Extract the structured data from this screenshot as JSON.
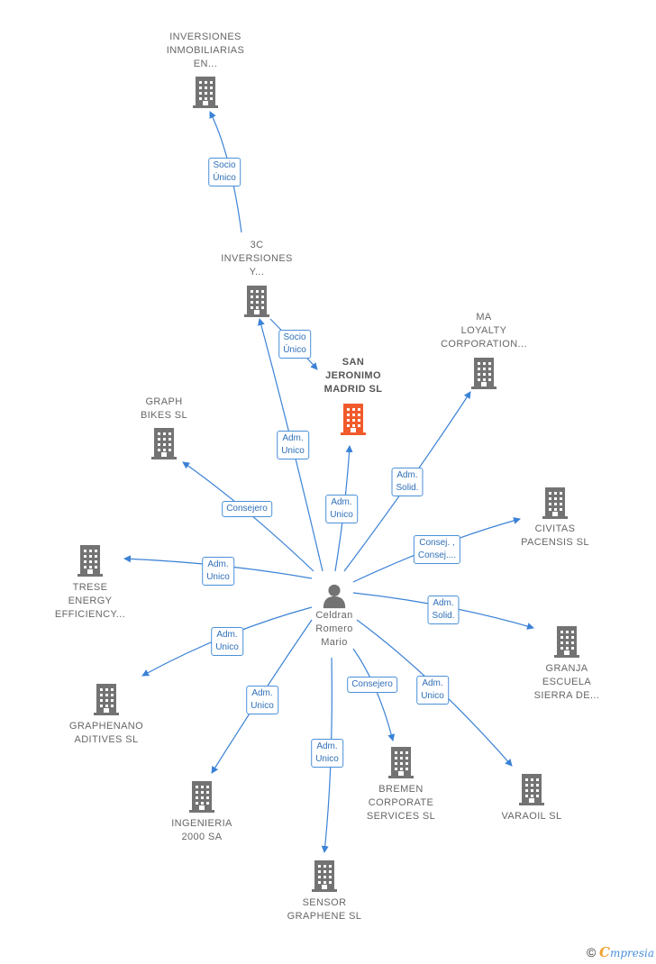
{
  "colors": {
    "building": "#737373",
    "focus_building": "#f15a2b",
    "person": "#737373",
    "edge": "#3b82d6"
  },
  "person": {
    "name": "Celdran\nRomero\nMario",
    "icon": "person-icon"
  },
  "nodes": [
    {
      "id": "inversiones",
      "label": "INVERSIONES\nINMOBILIARIAS\nEN...",
      "icon": "building-icon"
    },
    {
      "id": "3c",
      "label": "3C\nINVERSIONES\nY...",
      "icon": "building-icon"
    },
    {
      "id": "sanjeronimo",
      "label": "SAN\nJERONIMO\nMADRID  SL",
      "icon": "building-icon",
      "focus": true
    },
    {
      "id": "ma",
      "label": "MA\nLOYALTY\nCORPORATION...",
      "icon": "building-icon"
    },
    {
      "id": "graph",
      "label": "GRAPH\nBIKES  SL",
      "icon": "building-icon"
    },
    {
      "id": "civitas",
      "label": "CIVITAS\nPACENSIS  SL",
      "icon": "building-icon"
    },
    {
      "id": "trese",
      "label": "TRESE\nENERGY\nEFFICIENCY...",
      "icon": "building-icon"
    },
    {
      "id": "granja",
      "label": "GRANJA\nESCUELA\nSIERRA DE...",
      "icon": "building-icon"
    },
    {
      "id": "graphenano",
      "label": "GRAPHENANO\nADITIVES  SL",
      "icon": "building-icon"
    },
    {
      "id": "bremen",
      "label": "BREMEN\nCORPORATE\nSERVICES  SL",
      "icon": "building-icon"
    },
    {
      "id": "varaoil",
      "label": "VARAOIL  SL",
      "icon": "building-icon"
    },
    {
      "id": "ingenieria",
      "label": "INGENIERIA\n2000 SA",
      "icon": "building-icon"
    },
    {
      "id": "sensor",
      "label": "SENSOR\nGRAPHENE  SL",
      "icon": "building-icon"
    }
  ],
  "edges": [
    {
      "from": "3c",
      "to": "inversiones",
      "label": "Socio\nÚnico"
    },
    {
      "from": "3c",
      "to": "sanjeronimo",
      "label": "Socio\nÚnico"
    },
    {
      "from": "person",
      "to": "3c",
      "label": "Adm.\nUnico"
    },
    {
      "from": "person",
      "to": "sanjeronimo",
      "label": "Adm.\nUnico"
    },
    {
      "from": "person",
      "to": "ma",
      "label": "Adm.\nSolid."
    },
    {
      "from": "person",
      "to": "graph",
      "label": "Consejero"
    },
    {
      "from": "person",
      "to": "civitas",
      "label": "Consej. ,\nConsej...."
    },
    {
      "from": "person",
      "to": "trese",
      "label": "Adm.\nUnico"
    },
    {
      "from": "person",
      "to": "granja",
      "label": "Adm.\nSolid."
    },
    {
      "from": "person",
      "to": "graphenano",
      "label": "Adm.\nUnico"
    },
    {
      "from": "person",
      "to": "ingenieria",
      "label": "Adm.\nUnico"
    },
    {
      "from": "person",
      "to": "sensor",
      "label": "Adm.\nUnico"
    },
    {
      "from": "person",
      "to": "bremen",
      "label": "Consejero"
    },
    {
      "from": "person",
      "to": "varaoil",
      "label": "Adm.\nUnico"
    }
  ],
  "footer": {
    "copyright": "©",
    "brand_e": "C",
    "brand_rest": "mpresia"
  }
}
